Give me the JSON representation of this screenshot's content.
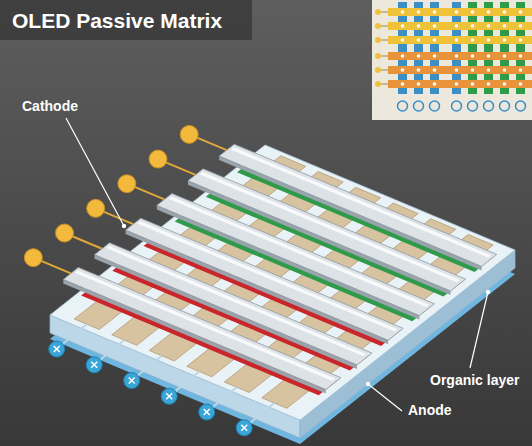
{
  "diagram": {
    "title": "OLED Passive Matrix",
    "labels": [
      "Cathode",
      "Organic layer",
      "Anode"
    ]
  }
}
